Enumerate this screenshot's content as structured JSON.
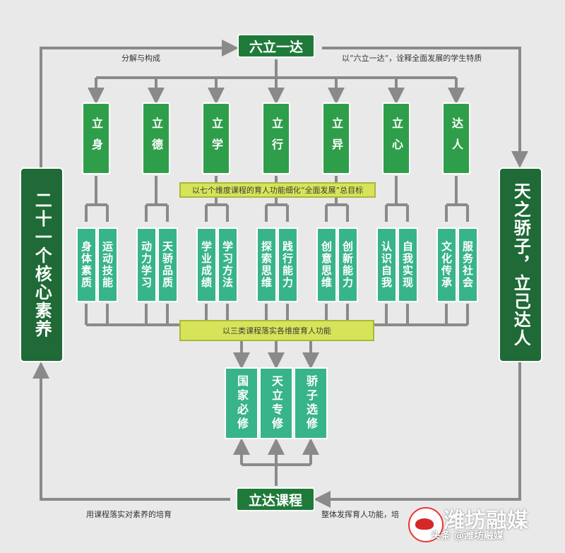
{
  "top_title": "六立一达",
  "bottom_title": "立达课程",
  "left_core": "二十一个核心素养",
  "right_goal": "天之骄子，立己达人",
  "note_top_left": "分解与构成",
  "note_top_right": "以“六立一达”，诠释全面发展的学生特质",
  "note_bottom_left": "用课程落实对素养的培育",
  "note_bottom_right": "整体发挥育人功能，培",
  "banner_1": "以七个维度课程的育人功能细化“全面发展”总目标",
  "banner_2": "以三类课程落实各维度育人功能",
  "pillars": [
    "立身",
    "立德",
    "立学",
    "立行",
    "立异",
    "立心",
    "达人"
  ],
  "subs": [
    [
      "身体素质",
      "运动技能"
    ],
    [
      "动力学习",
      "天骄品质"
    ],
    [
      "学业成绩",
      "学习方法"
    ],
    [
      "探索思维",
      "践行能力"
    ],
    [
      "创意思维",
      "创新能力"
    ],
    [
      "认识自我",
      "自我实现"
    ],
    [
      "文化传承",
      "服务社会"
    ]
  ],
  "courses": [
    "国家必修",
    "天立专修",
    "骄子选修"
  ],
  "watermark": {
    "big": "潍坊融媒",
    "small": "头条 @潍坊融媒"
  },
  "colors": {
    "dark_green": "#1f6a36",
    "green": "#2f9e4a",
    "teal": "#38b48a",
    "banner": "#d7e45a",
    "arrow": "#8a8a8a"
  }
}
